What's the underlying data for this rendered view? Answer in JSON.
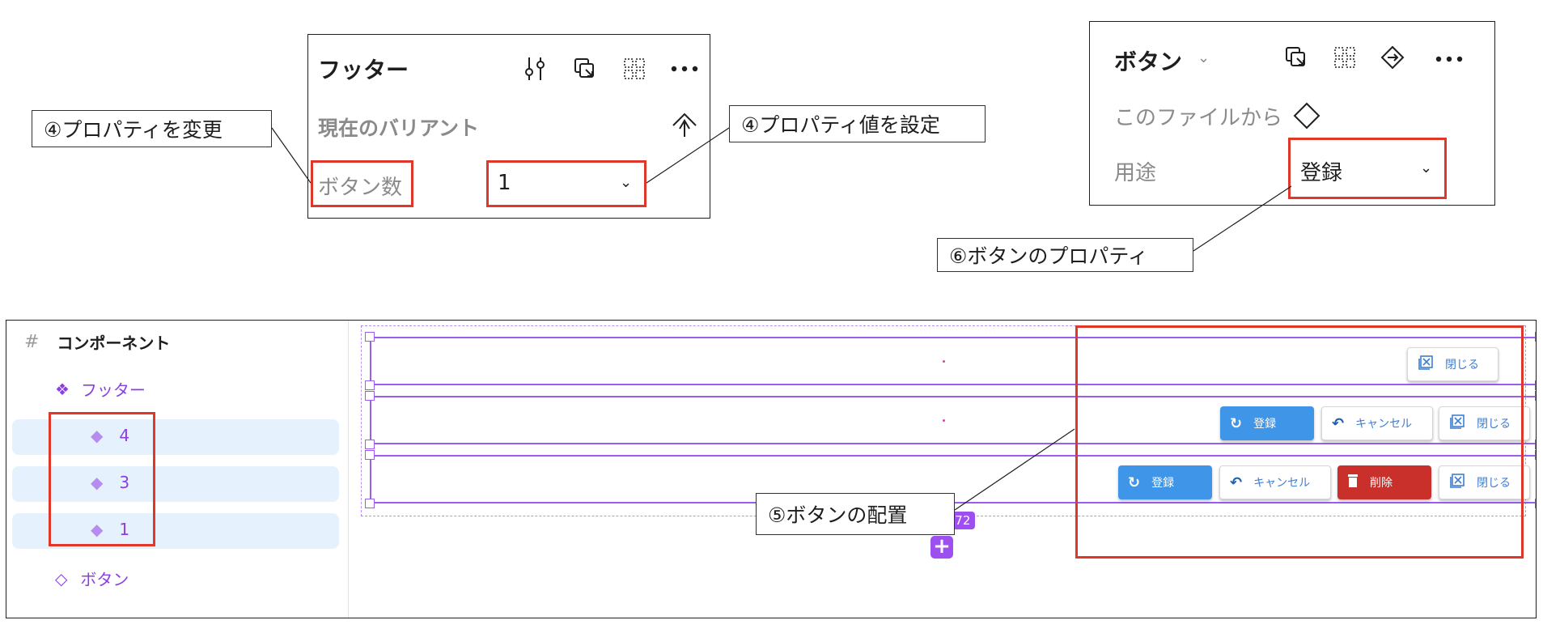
{
  "footer_panel": {
    "title": "フッター",
    "current_variant_label": "現在のバリアント",
    "property_label": "ボタン数",
    "property_value": "1"
  },
  "button_panel": {
    "title": "ボタン",
    "source_label": "このファイルから",
    "usage_label": "用途",
    "usage_value": "登録"
  },
  "callouts": {
    "change_property": "④プロパティを変更",
    "set_property_value": "④プロパティ値を設定",
    "button_property": "⑥ボタンのプロパティ",
    "button_placement": "⑤ボタンの配置"
  },
  "layers": {
    "section_title": "コンポーネント",
    "footer": "フッター",
    "variants": [
      "4",
      "3",
      "1"
    ],
    "button": "ボタン"
  },
  "canvas": {
    "size_badge": "1440 × 72",
    "btn_register": "登録",
    "btn_cancel": "キャンセル",
    "btn_delete": "削除",
    "btn_close": "閉じる",
    "accent": "#9d4ff0",
    "highlight": "#e0372b"
  }
}
